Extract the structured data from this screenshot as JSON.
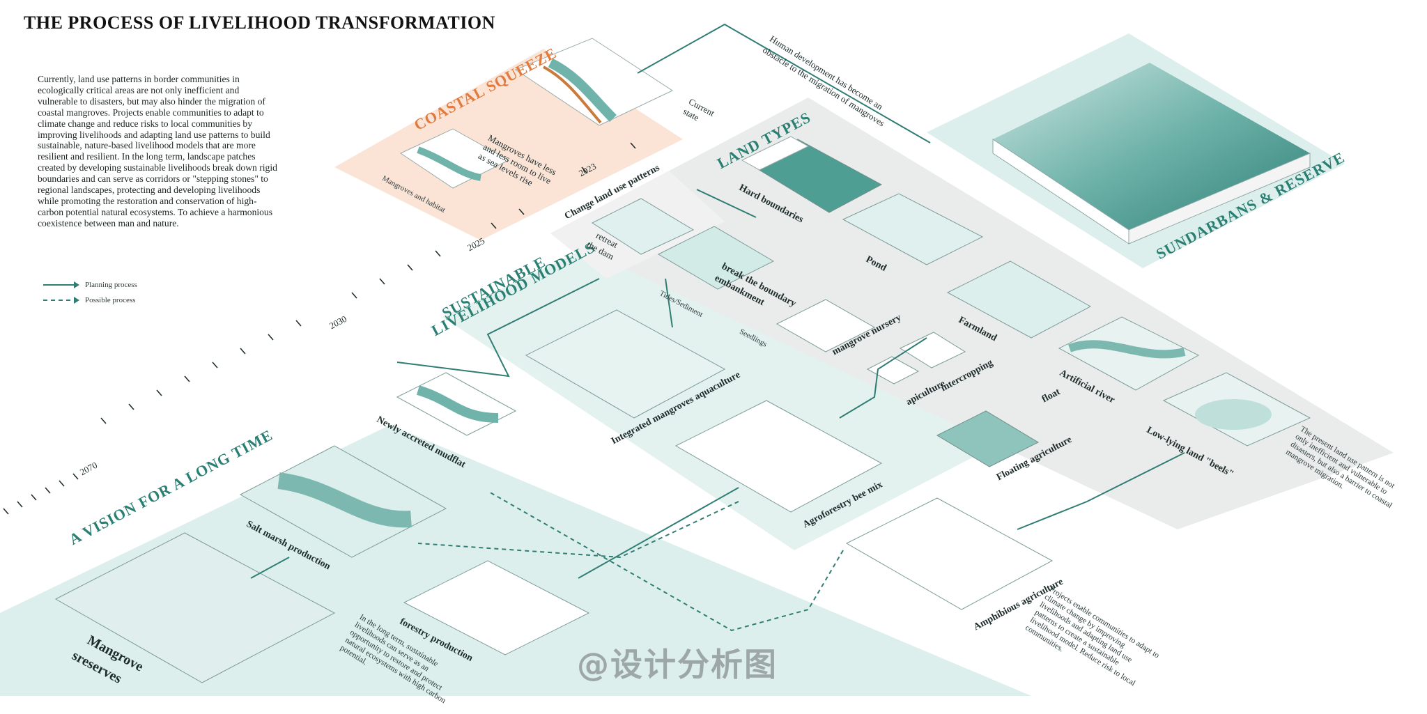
{
  "title": "THE PROCESS OF LIVELIHOOD TRANSFORMATION",
  "intro": "Currently, land use patterns in border communities in ecologically critical areas are not only inefficient and vulnerable to disasters, but may also hinder the migration of coastal mangroves. Projects enable communities to adapt to climate change and reduce risks to local communities by improving livelihoods and adapting land use patterns to build sustainable, nature-based livelihood models that are more resilient and resilient. In the long term, landscape patches created by developing sustainable livelihoods break down rigid boundaries and can serve as corridors or \"stepping stones\" to regional landscapes, protecting and developing livelihoods while promoting the restoration and conservation of high-carbon potential natural ecosystems. To achieve a harmonious coexistence between man and nature.",
  "legend": {
    "planning": "Planning process",
    "possible": "Possible process"
  },
  "sections": {
    "coastal": "COASTAL SQUEEZE",
    "land_types": "LAND TYPES",
    "sustainable_1": "SUSTAINABLE",
    "sustainable_2": "LIVELIHOOD MODELS",
    "vision": "A VISION FOR A LONG TIME",
    "sundarbans": "SUNDARBANS & RESERVE"
  },
  "timeline": {
    "current_1": "Current",
    "current_2": "state",
    "y2023": "2023",
    "y2025": "2025",
    "y2030": "2030",
    "y2070": "2070"
  },
  "notes": {
    "human_dev_1": "Human development has become an",
    "human_dev_2": "obstacle to the migration of mangroves",
    "mangroves_less_1": "Mangroves have less",
    "mangroves_less_2": "and less room to live",
    "mangroves_less_3": "as sea levels rise",
    "mangroves_habitat": "Mangroves and habitat",
    "change_land": "Change land use patterns",
    "retreat_1": "retreat",
    "retreat_2": "the dam",
    "tides": "Tides/Sediment",
    "seedlings": "Seedlings",
    "present_land": "The present land use pattern is not only inefficient and vulnerable to disasters, but also a barrier to coastal mangrove migration.",
    "projects_enable": "Projects enable communities to adapt to climate change by improving livelihoods and adapting land use patterns to create a sustainable livelihood model. Reduce risk to local communities.",
    "long_term": "In the long term, sustainable livelihoods can serve as an opportunity to restore and protect natural ecosystems with high carbon potential."
  },
  "labels": {
    "hard_boundaries": "Hard boundaries",
    "pond": "Pond",
    "farmland": "Farmland",
    "artificial_river": "Artificial river",
    "low_lying": "Low-lying land \"beels\"",
    "break_1": "break the boundary",
    "break_2": "embankment",
    "mangrove_nursery": "mangrove nursery",
    "apiculture": "apiculture",
    "intercropping": "intercropping",
    "float": "float",
    "floating_agri": "Floating agriculture",
    "integrated": "Integrated mangroves aquaculture",
    "newly_accreted": "Newly accreted mudflat",
    "salt_marsh": "Salt marsh production",
    "agroforestry": "Agroforestry bee mix",
    "amphibious": "Amphibious agriculture",
    "forestry": "forestry production",
    "mangrove_1": "Mangrove",
    "mangrove_2": "sreserves"
  },
  "watermark": "@设计分析图",
  "colors": {
    "teal": "#2f7d73",
    "band": "#d6ecea",
    "orange": "#e07a3f",
    "grey": "#eceded"
  }
}
